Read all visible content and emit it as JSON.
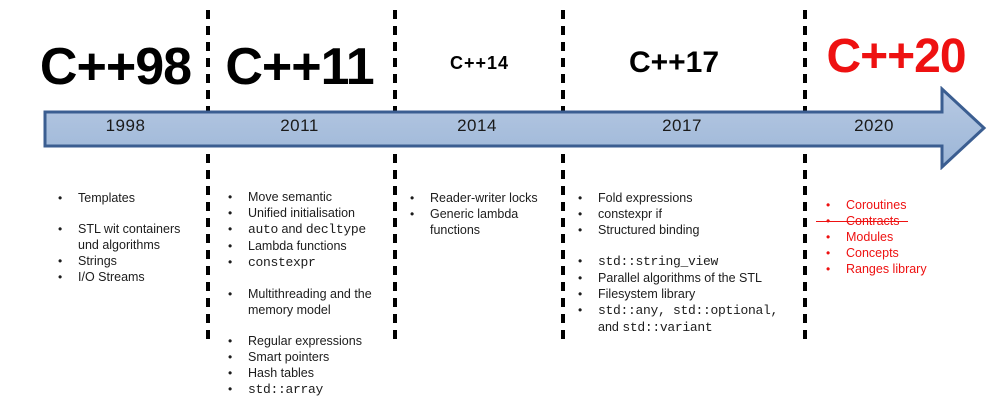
{
  "diagram_title": "C++ standards timeline",
  "colors": {
    "accent_red": "#ee1111",
    "band_fill_top": "#b7c9e3",
    "band_fill_bottom": "#9cb6d7",
    "band_border": "#3b5e91",
    "divider": "#000000",
    "text": "#1a1a1a"
  },
  "columns": [
    {
      "id": "cpp98",
      "header": "C++98",
      "header_size": "xl",
      "header_color": "black",
      "year": "1998",
      "items": [
        {
          "segments": [
            {
              "text": "Templates"
            }
          ]
        },
        {
          "gap": true,
          "segments": [
            {
              "text": "STL wit containers und algorithms"
            }
          ]
        },
        {
          "segments": [
            {
              "text": "Strings"
            }
          ]
        },
        {
          "segments": [
            {
              "text": "I/O Streams"
            }
          ]
        }
      ]
    },
    {
      "id": "cpp11",
      "header": "C++11",
      "header_size": "xl",
      "header_color": "black",
      "year": "2011",
      "items": [
        {
          "segments": [
            {
              "text": "Move semantic"
            }
          ]
        },
        {
          "segments": [
            {
              "text": "Unified initialisation"
            }
          ]
        },
        {
          "segments": [
            {
              "text": "auto",
              "mono": true
            },
            {
              "text": " and "
            },
            {
              "text": "decltype",
              "mono": true
            }
          ]
        },
        {
          "segments": [
            {
              "text": "Lambda functions"
            }
          ]
        },
        {
          "segments": [
            {
              "text": "constexpr",
              "mono": true
            }
          ]
        },
        {
          "gap": true,
          "segments": [
            {
              "text": "Multithreading and the memory model"
            }
          ]
        },
        {
          "gap": true,
          "segments": [
            {
              "text": "Regular expressions"
            }
          ]
        },
        {
          "segments": [
            {
              "text": "Smart pointers"
            }
          ]
        },
        {
          "segments": [
            {
              "text": "Hash tables"
            }
          ]
        },
        {
          "segments": [
            {
              "text": "std::array",
              "mono": true
            }
          ]
        }
      ]
    },
    {
      "id": "cpp14",
      "header": "C++14",
      "header_size": "sm",
      "header_color": "black",
      "year": "2014",
      "items": [
        {
          "segments": [
            {
              "text": "Reader-writer locks"
            }
          ]
        },
        {
          "segments": [
            {
              "text": "Generic lambda functions"
            }
          ]
        }
      ]
    },
    {
      "id": "cpp17",
      "header": "C++17",
      "header_size": "md",
      "header_color": "black",
      "year": "2017",
      "items": [
        {
          "segments": [
            {
              "text": "Fold expressions"
            }
          ]
        },
        {
          "segments": [
            {
              "text": "constexpr if"
            }
          ]
        },
        {
          "segments": [
            {
              "text": "Structured binding"
            }
          ]
        },
        {
          "gap": true,
          "segments": [
            {
              "text": "std::string_view",
              "mono": true
            }
          ]
        },
        {
          "segments": [
            {
              "text": "Parallel algorithms of the STL"
            }
          ]
        },
        {
          "segments": [
            {
              "text": "Filesystem library"
            }
          ]
        },
        {
          "segments": [
            {
              "text": "std::any, std::optional,",
              "mono": true
            },
            {
              "text": " and "
            },
            {
              "text": "std::variant",
              "mono": true
            }
          ]
        }
      ]
    },
    {
      "id": "cpp20",
      "header": "C++20",
      "header_size": "lg",
      "header_color": "red",
      "year": "2020",
      "items": [
        {
          "segments": [
            {
              "text": "Coroutines"
            }
          ]
        },
        {
          "strike": true,
          "segments": [
            {
              "text": "Contracts"
            }
          ]
        },
        {
          "segments": [
            {
              "text": "Modules"
            }
          ]
        },
        {
          "segments": [
            {
              "text": "Concepts"
            }
          ]
        },
        {
          "segments": [
            {
              "text": "Ranges library"
            }
          ]
        }
      ]
    }
  ]
}
